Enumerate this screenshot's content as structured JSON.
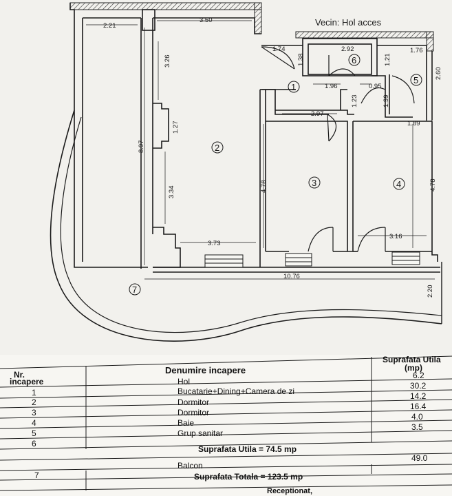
{
  "plan": {
    "neighbor_label": "Vecin: Hol acces",
    "dimensions": [
      "2.21",
      "3.50",
      "1.74",
      "1.38",
      "2.92",
      "1.76",
      "1.21",
      "2.60",
      "1.96",
      "0.95",
      "1.23",
      "1.39",
      "2.97",
      "1.89",
      "3.26",
      "1.27",
      "8.97",
      "3.34",
      "4.78",
      "4.78",
      "3.73",
      "3.16",
      "10.76",
      "2.20"
    ],
    "room_numbers": [
      "1",
      "2",
      "3",
      "4",
      "5",
      "6",
      "7"
    ]
  },
  "table": {
    "header_nr": "Nr.",
    "header_incapere": "incapere",
    "header_denumire": "Denumire incapere",
    "header_suprafata": "Suprafata Utila",
    "header_unit": "(mp)",
    "rows": [
      {
        "nr": "1",
        "name": "Hol",
        "area": "6.2"
      },
      {
        "nr": "2",
        "name": "Bucatarie+Dining+Camera de zi",
        "area": "30.2"
      },
      {
        "nr": "3",
        "name": "Dormitor",
        "area": "14.2"
      },
      {
        "nr": "4",
        "name": "Dormitor",
        "area": "16.4"
      },
      {
        "nr": "5",
        "name": "Baie",
        "area": "4.0"
      },
      {
        "nr": "6",
        "name": "Grup sanitar",
        "area": "3.5"
      }
    ],
    "total_util": "Suprafata Utila = 74.5 mp",
    "balcony_area": "49.0",
    "balcony_nr": "7",
    "balcony_name": "Balcon",
    "total": "Suprafata Totala = 123.5 mp",
    "receptionat": "Receptionat,"
  }
}
